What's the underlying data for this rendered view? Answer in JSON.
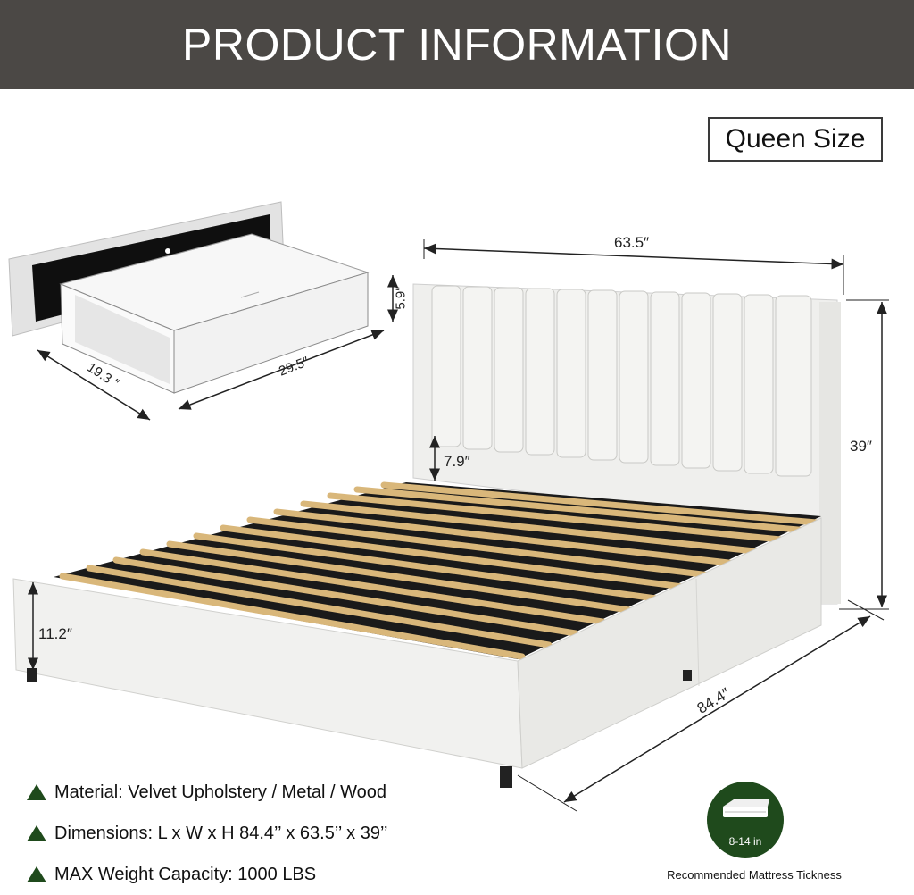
{
  "header": {
    "title": "PRODUCT INFORMATION",
    "bg_color": "#4b4845"
  },
  "size_label": "Queen Size",
  "dimensions": {
    "width": "63.5″",
    "height": "39″",
    "length": "84.4″",
    "under_clearance": "7.9″",
    "side_height": "11.2″",
    "drawer_height": "5.9″",
    "drawer_depth": "19.3 ″",
    "drawer_length": "29.5″"
  },
  "specs": [
    {
      "text": "Material: Velvet Upholstery / Metal / Wood"
    },
    {
      "text": "Dimensions: L x W x H  84.4’’ x 63.5’’ x 39’’"
    },
    {
      "text": "MAX Weight Capacity: 1000 LBS"
    }
  ],
  "mattress": {
    "range": "8-14 in",
    "caption": "Recommended Mattress Tickness",
    "color": "#1f4a1c"
  }
}
